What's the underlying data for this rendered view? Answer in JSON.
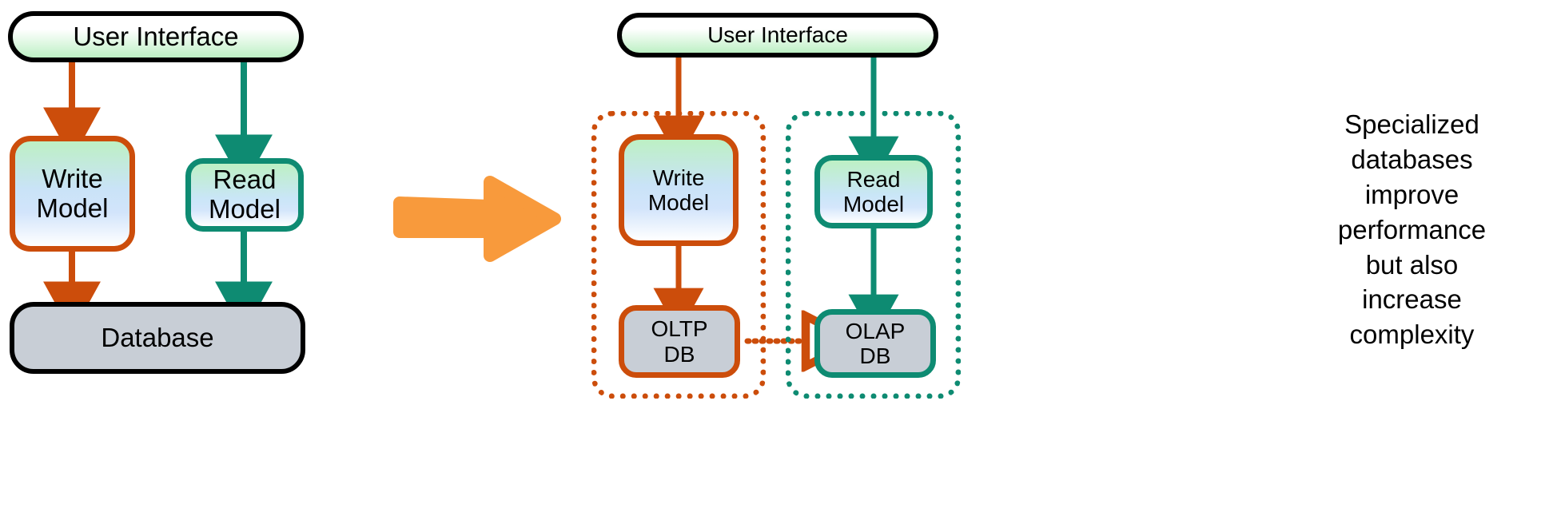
{
  "diagram": {
    "title_text_note": "Specialized databases improve performance but also increase complexity",
    "colors": {
      "write_orange": "#cc4d0b",
      "read_teal": "#0e8b72",
      "big_arrow_orange": "#f89a3c",
      "db_gray": "#c8ced6",
      "node_black": "#000000",
      "green_top": "#bdf0c4",
      "blue_mid": "#d2e4fb"
    },
    "left": {
      "ui": {
        "label": "User Interface"
      },
      "write_model": {
        "label": "Write\nModel"
      },
      "read_model": {
        "label": "Read\nModel"
      },
      "database": {
        "label": "Database"
      },
      "edges": [
        {
          "from": "ui",
          "to": "write_model",
          "color": "#cc4d0b",
          "style": "solid"
        },
        {
          "from": "ui",
          "to": "read_model",
          "color": "#0e8b72",
          "style": "solid"
        },
        {
          "from": "write_model",
          "to": "database",
          "color": "#cc4d0b",
          "style": "solid"
        },
        {
          "from": "read_model",
          "to": "database",
          "color": "#0e8b72",
          "style": "solid"
        }
      ]
    },
    "transform_arrow": {
      "name": "right-block-arrow",
      "color": "#f89a3c"
    },
    "right": {
      "ui": {
        "label": "User Interface"
      },
      "write_group": {
        "label": "",
        "border_color": "#cc4d0b",
        "border_style": "dotted"
      },
      "read_group": {
        "label": "",
        "border_color": "#0e8b72",
        "border_style": "dotted"
      },
      "write_model": {
        "label": "Write\nModel"
      },
      "read_model": {
        "label": "Read\nModel"
      },
      "oltp_db": {
        "label": "OLTP\nDB"
      },
      "olap_db": {
        "label": "OLAP\nDB"
      },
      "edges": [
        {
          "from": "ui",
          "to": "write_model",
          "color": "#cc4d0b",
          "style": "solid"
        },
        {
          "from": "ui",
          "to": "read_model",
          "color": "#0e8b72",
          "style": "solid"
        },
        {
          "from": "write_model",
          "to": "oltp_db",
          "color": "#cc4d0b",
          "style": "solid"
        },
        {
          "from": "read_model",
          "to": "olap_db",
          "color": "#0e8b72",
          "style": "solid"
        },
        {
          "from": "oltp_db",
          "to": "olap_db",
          "color": "#cc4d0b",
          "style": "dotted",
          "arrowhead": "open-triangle"
        }
      ]
    },
    "note": {
      "text": "Specialized\ndatabases\nimprove\nperformance\nbut also\nincrease\ncomplexity"
    }
  }
}
